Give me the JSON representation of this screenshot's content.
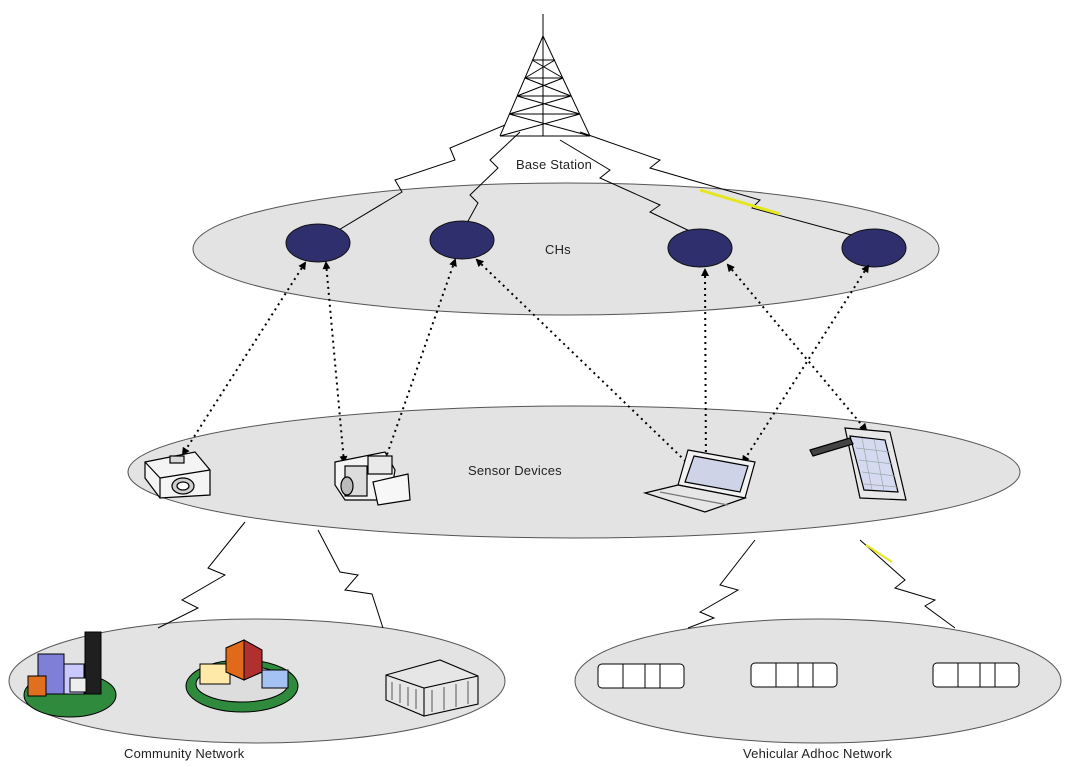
{
  "labels": {
    "base_station": "Base Station",
    "chs": "CHs",
    "sensor_devices": "Sensor Devices",
    "community_network": "Community Network",
    "vehicular_network": "Vehicular Adhoc Network"
  },
  "icons": {
    "tower": "transmission-tower-icon",
    "cluster_head": "cluster-head-node-icon",
    "camera": "camera-icon",
    "camcorder": "video-camera-icon",
    "laptop": "laptop-icon",
    "tablet": "tablet-pen-icon",
    "buildings": "city-buildings-icon",
    "village": "village-houses-icon",
    "factory": "factory-building-icon",
    "vehicle": "car-icon"
  },
  "colors": {
    "ellipse_fill": "#e3e3e3",
    "node_fill": "#2f2f6e",
    "line": "#000000",
    "lightning_highlight": "#e6e61e"
  }
}
